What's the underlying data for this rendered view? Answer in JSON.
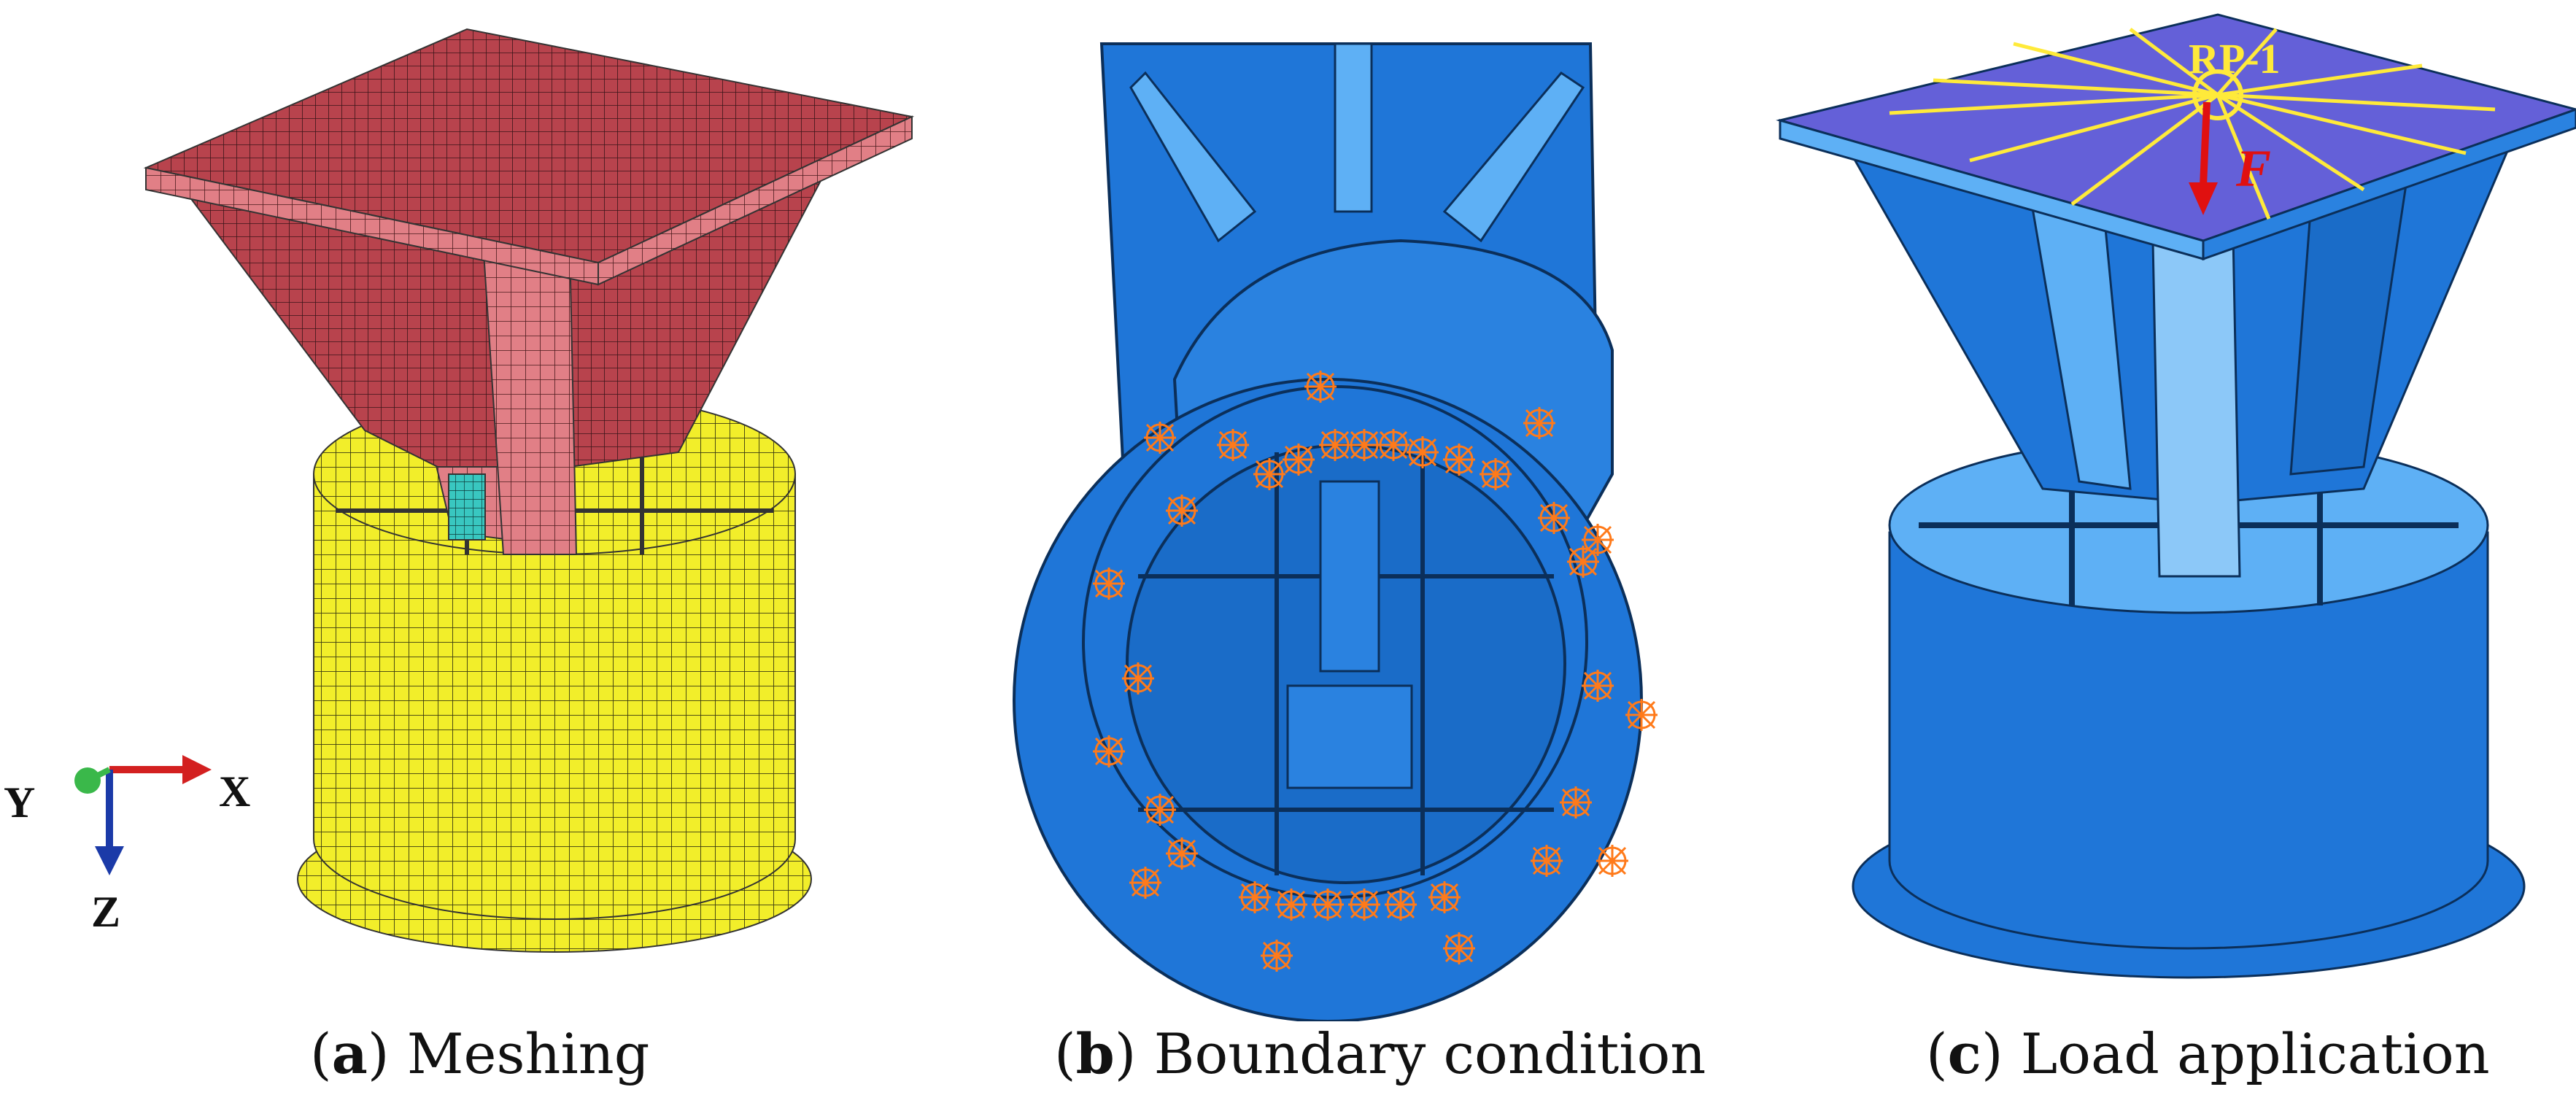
{
  "panels": [
    {
      "letter": "a",
      "title": "Meshing"
    },
    {
      "letter": "b",
      "title": "Boundary condition"
    },
    {
      "letter": "c",
      "title": "Load application"
    }
  ],
  "axes": {
    "x": "X",
    "y": "Y",
    "z": "Z"
  },
  "load": {
    "reference_point": "RP-1",
    "force": "F"
  },
  "colors": {
    "mesh_plate": "#b8434d",
    "mesh_plate_light": "#e17f86",
    "mesh_cylinder": "#f2ee2a",
    "mesh_cyan": "#39c7c0",
    "model_blue": "#1f76d8",
    "model_blue_light": "#5eb0f5",
    "model_top": "#6460d8",
    "constraint": "#ff7a1a",
    "rp_lines": "#ffea3a",
    "force_arrow": "#e01010"
  }
}
